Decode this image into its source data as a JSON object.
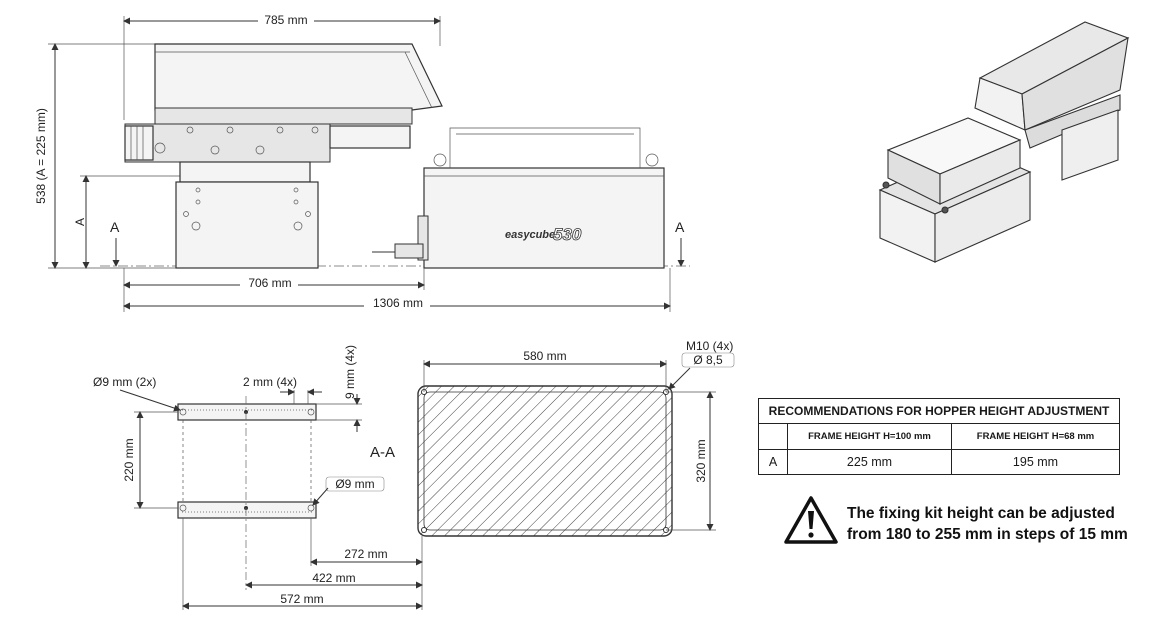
{
  "side_view": {
    "overall_width": "785 mm",
    "overall_height": "538 (A = 225 mm)",
    "section_letter_left": "A",
    "section_letter_right": "A",
    "height_a_label": "A",
    "base_length": "706 mm",
    "total_length": "1306 mm",
    "brand_text": "easycube",
    "model_text": "530"
  },
  "section_view": {
    "hole_dia_2x": "Ø9 mm (2x)",
    "gap_4x": "2 mm (4x)",
    "thickness_4x": "9 mm (4x)",
    "plate_spacing": "220 mm",
    "section_label": "A-A",
    "hole_dia": "Ø9 mm",
    "dim_272": "272 mm",
    "dim_422": "422 mm",
    "dim_572": "572 mm",
    "width_580": "580 mm",
    "thread_label": "M10 (4x)",
    "thread_dia": "Ø 8,5",
    "height_320": "320 mm"
  },
  "table": {
    "title": "RECOMMENDATIONS FOR HOPPER HEIGHT ADJUSTMENT",
    "col1": "FRAME HEIGHT H=100 mm",
    "col2": "FRAME HEIGHT H=68 mm",
    "row_label": "A",
    "val1": "225 mm",
    "val2": "195 mm"
  },
  "warning": {
    "icon": "warning-triangle-icon",
    "line1": "The fixing kit height can be adjusted",
    "line2": "from 180 to 255 mm in steps of 15 mm"
  }
}
